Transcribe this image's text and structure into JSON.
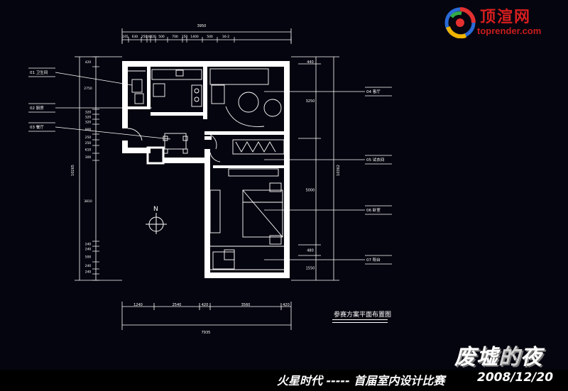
{
  "logo": {
    "title": "顶渲网",
    "url": "toprender.com",
    "icon": "swirl-logo-icon",
    "color": "#d81e1e"
  },
  "brand": {
    "text_a": "废墟",
    "text_b": "的",
    "text_c": "夜"
  },
  "footer": {
    "event": "火星时代 ----- 首届室内设计比赛",
    "date": "2008/12/20"
  },
  "plan": {
    "caption": "参赛方案平面布置图",
    "north": "N",
    "top_total": "3950",
    "top_segments": [
      "165",
      "630",
      "250",
      "240",
      "420",
      "500",
      "700",
      "150",
      "1400",
      "500",
      "16-2"
    ],
    "bottom_total": "7935",
    "bottom_segments": [
      "1240",
      "2540",
      "420",
      "3560",
      "420"
    ],
    "left_total": "10265",
    "left_segments": [
      "420",
      "2750",
      "320",
      "320",
      "320",
      "900",
      "250",
      "250",
      "610",
      "300",
      "3810",
      "240",
      "240",
      "500",
      "240",
      "240"
    ],
    "right_total": "10362",
    "right_segments": [
      "440",
      "3250",
      "5000",
      "480",
      "1550"
    ],
    "room_labels": [
      {
        "id": "01",
        "name": "卫生间"
      },
      {
        "id": "02",
        "name": "厨房"
      },
      {
        "id": "03",
        "name": "餐厅"
      },
      {
        "id": "04",
        "name": "客厅"
      },
      {
        "id": "05",
        "name": "试衣间"
      },
      {
        "id": "06",
        "name": "卧室"
      },
      {
        "id": "07",
        "name": "阳台"
      }
    ],
    "line_color": "#ffffff",
    "bg_color": "#05050f"
  }
}
